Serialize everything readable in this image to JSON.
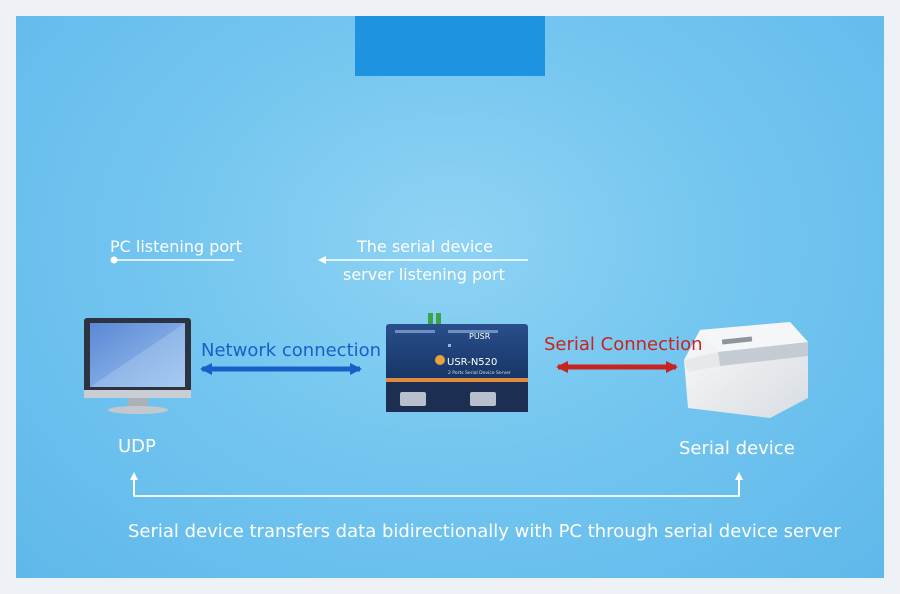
{
  "labels": {
    "pc_port": "PC listening port",
    "server_port_line1": "The serial device",
    "server_port_line2": "server listening port",
    "network": "Network connection",
    "serial": "Serial Connection",
    "udp": "UDP",
    "serial_device": "Serial device",
    "caption": "Serial device transfers data bidirectionally with PC through serial device server"
  },
  "device": {
    "brand": "PUSR",
    "model": "USR-N520",
    "subtitle": "2 Ports Serial Device Server"
  },
  "colors": {
    "background": "#6cc2ef",
    "tab": "#1e93e0",
    "network_arrow": "#1660c8",
    "serial_arrow": "#c8231f"
  }
}
